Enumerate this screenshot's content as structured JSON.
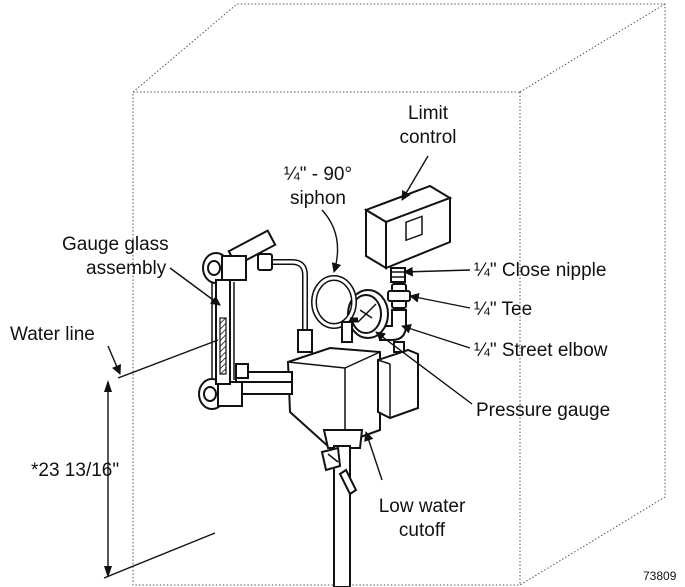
{
  "labels": {
    "limit_control_1": "Limit",
    "limit_control_2": "control",
    "siphon_1": "¼\" - 90°",
    "siphon_2": "siphon",
    "gauge_glass_1": "Gauge glass",
    "gauge_glass_2": "assembly",
    "close_nipple": "¼\" Close nipple",
    "tee": "¼\" Tee",
    "street_elbow": "¼\" Street elbow",
    "water_line": "Water line",
    "pressure_gauge": "Pressure gauge",
    "dimension": "*23 13/16\"",
    "low_water_1": "Low water",
    "low_water_2": "cutoff",
    "figure_number": "73809"
  }
}
